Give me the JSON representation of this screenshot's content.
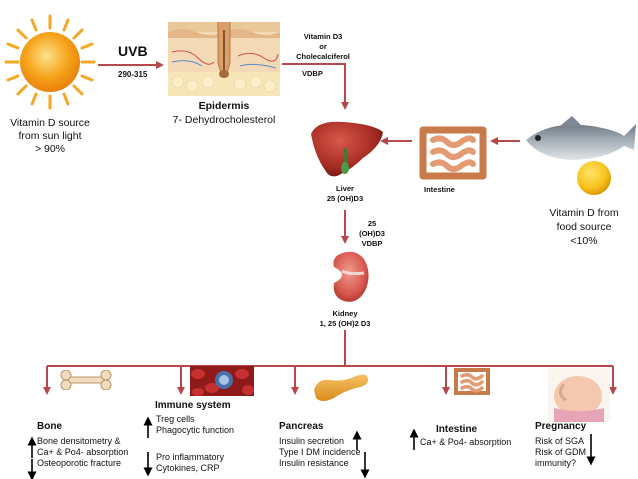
{
  "sun": {
    "label_lines": [
      "Vitamin D source",
      "from sun light",
      "> 90%"
    ]
  },
  "uvb": {
    "label": "UVB",
    "range": "290-315"
  },
  "epidermis": {
    "title": "Epidermis",
    "subtitle": "7- Dehydrocholesterol"
  },
  "d3": {
    "lines": [
      "Vitamin  D3",
      "or",
      "Cholecalciferol"
    ],
    "carrier": "VDBP"
  },
  "liver": {
    "lines": [
      "Liver",
      "25 (OH)D3"
    ]
  },
  "intestine_top": {
    "label": "Intestine"
  },
  "food": {
    "label_lines": [
      "Vitamin D from",
      "food source",
      "<10%"
    ]
  },
  "transport": {
    "lines": [
      "25",
      "(OH)D3",
      "VDBP"
    ]
  },
  "kidney": {
    "lines": [
      "Kidney",
      "1, 25 (OH)2 D3"
    ]
  },
  "targets": {
    "immune": {
      "title": "Immune system",
      "up_items": [
        "Treg cells",
        "Phagocytic function"
      ],
      "down_items": [
        "Pro inflammatory",
        "Cytokines, CRP"
      ]
    },
    "bone": {
      "title": "Bone",
      "up_items": [
        "Bone densitometry &",
        "Ca+ & Po4- absorption"
      ],
      "down_items": [
        "Osteoporotic fracture"
      ]
    },
    "pancreas": {
      "title": "Pancreas",
      "items": [
        "Insulin secretion",
        "Type I DM incidence",
        "Insulin resistance"
      ]
    },
    "intestine": {
      "title": "Intestine",
      "item": "Ca+ & Po4- absorption"
    },
    "pregnancy": {
      "title": "Pregnancy",
      "items": [
        "Risk of SGA",
        "Risk of GDM",
        "immunity?"
      ]
    }
  },
  "colors": {
    "arrow": "#b5484a",
    "updown_arrow": "#000000",
    "sun_core": "#f6a31a",
    "sun_rays": "#f5a623"
  }
}
